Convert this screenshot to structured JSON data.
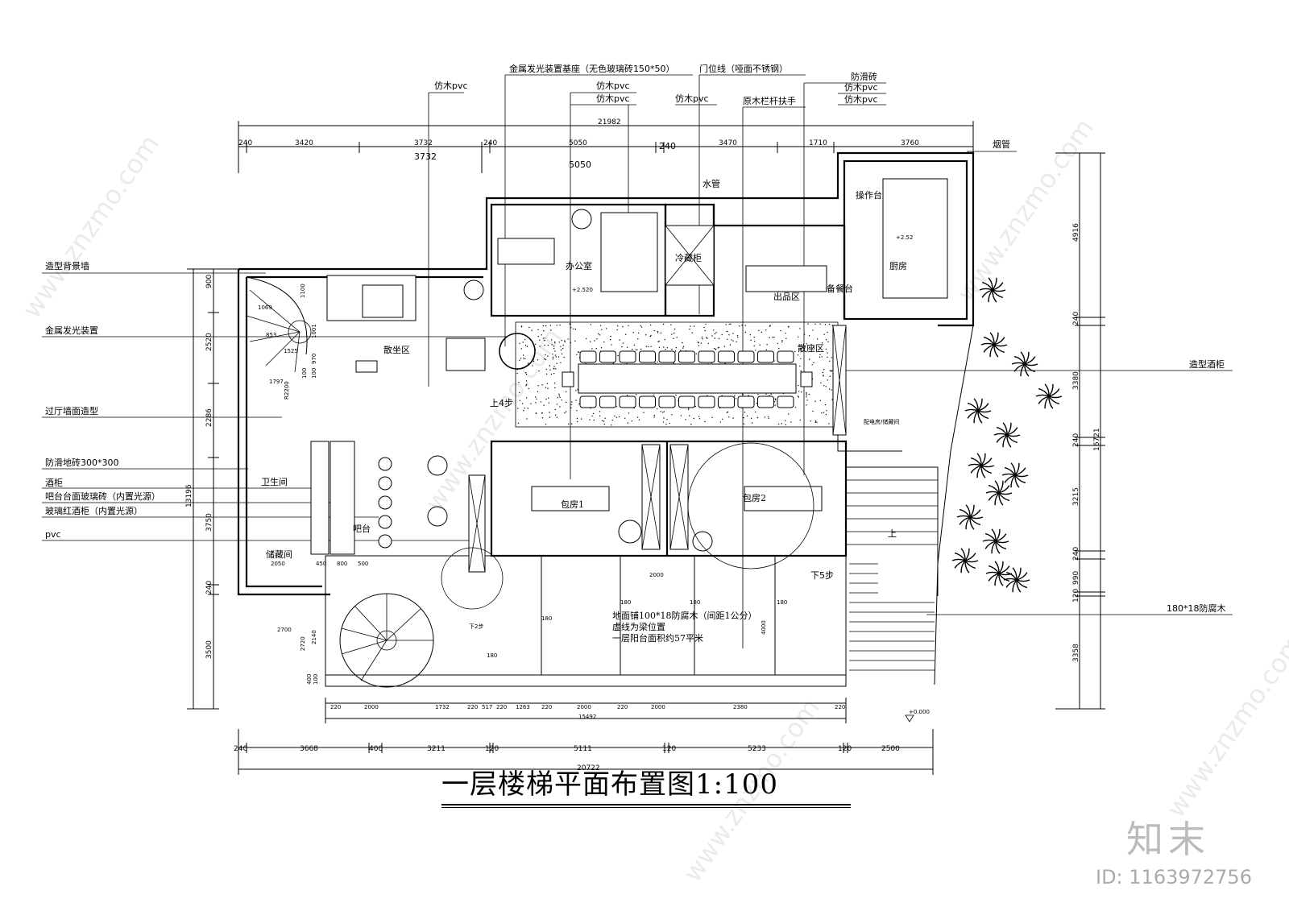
{
  "title": "一层楼梯平面布置图1:100",
  "brand": "知末",
  "id_text": "ID: 1163972756",
  "watermark": "www.znzmo.com",
  "top_callouts": [
    "仿木pvc",
    "金属发光装置基座（无色玻璃砖150*50）",
    "门位线（哑面不锈钢）",
    "仿木pvc",
    "仿木pvc",
    "仿木pvc",
    "原木栏杆扶手",
    "防滑砖",
    "仿木pvc",
    "仿木pvc"
  ],
  "left_callouts": [
    "造型背景墙",
    "金属发光装置",
    "过厅墙面造型",
    "防滑地砖300*300",
    "酒柜",
    "吧台台面玻璃砖（内置光源）",
    "玻璃红酒柜（内置光源）",
    "pvc"
  ],
  "right_callouts": [
    "烟管",
    "造型酒柜",
    "180*18防腐木"
  ],
  "rooms": {
    "office": "办公室",
    "cold": "冷藏柜",
    "water": "水管",
    "worktable": "操作台",
    "kitchen": "厨房",
    "outlet": "出品区",
    "prep": "备餐台",
    "seating": "散坐区",
    "seating2": "散座区",
    "toilet": "卫生间",
    "bar": "吧台",
    "storage": "储藏间",
    "room1": "包房1",
    "room2": "包房2",
    "power": "配电房/储藏间",
    "up4": "上4步",
    "down5": "下5步",
    "down2": "下2步",
    "up": "上"
  },
  "notes": [
    "地面铺100*18防腐木（间距1公分）",
    "虚线为梁位置",
    "一层阳台面积约57平米"
  ],
  "levels": [
    "+2.52",
    "+2.520",
    "+0.000"
  ],
  "dims_top1": [
    "240",
    "3420",
    "3732",
    "240",
    "5050",
    "240",
    "3470",
    "1710",
    "3760"
  ],
  "dims_top_total": "21982",
  "dims_top_extra": [
    "3732",
    "5050"
  ],
  "dims_bottom1": [
    "220",
    "2000",
    "1732",
    "220",
    "517",
    "220",
    "1263",
    "220",
    "2000",
    "220",
    "2000",
    "2380",
    "220"
  ],
  "dims_bottom_total1": "15492",
  "dims_bottom2": [
    "240",
    "3668",
    "400",
    "3211",
    "120",
    "5111",
    "120",
    "5233",
    "120",
    "2500"
  ],
  "dims_bottom_total2": "20722",
  "dims_left": [
    "900",
    "2520",
    "2286",
    "13196",
    "3750",
    "240",
    "3500"
  ],
  "dims_right": [
    "4916",
    "240",
    "3380",
    "240",
    "3215",
    "240",
    "990",
    "120",
    "3358"
  ],
  "dims_right_total": "16721",
  "dims_left_inner": [
    "1100",
    "1001",
    "970",
    "100",
    "100",
    "1797",
    "1069",
    "853",
    "1525",
    "R2200",
    "2700",
    "2720",
    "2140",
    "400",
    "100"
  ],
  "bar_dims": [
    "450",
    "800",
    "500",
    "2050"
  ],
  "deck_dims": [
    "2000",
    "180",
    "180",
    "180",
    "180",
    "180",
    "4000"
  ]
}
